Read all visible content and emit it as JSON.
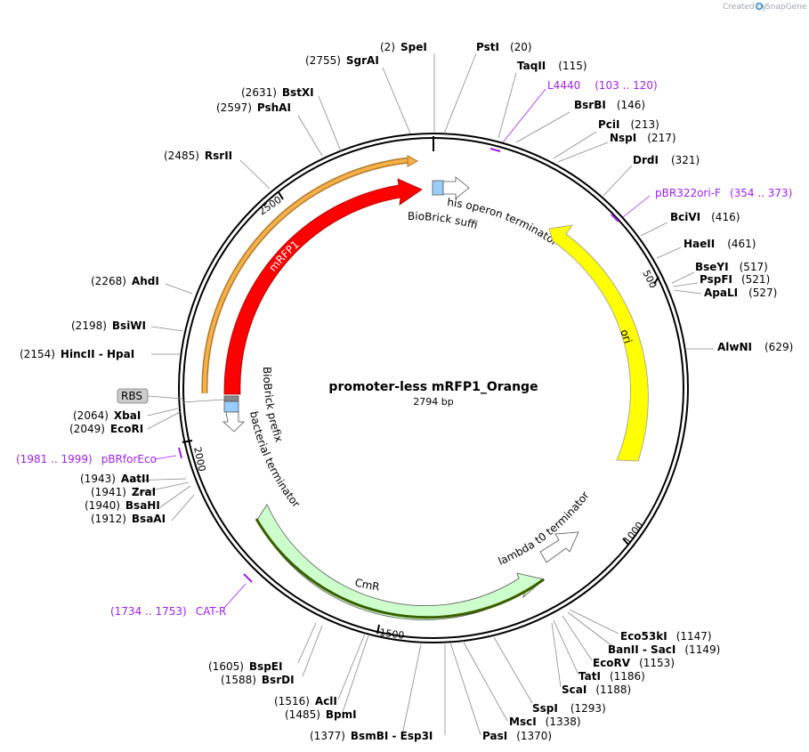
{
  "credit": {
    "created_by": "Created by",
    "brand": "SnapGene"
  },
  "map": {
    "name": "promoter-less mRFP1_Orange",
    "length_label": "2794 bp"
  },
  "ticks": [
    "500",
    "1000",
    "1500",
    "2000",
    "2500"
  ],
  "sites": [
    {
      "name": "SpeI",
      "pos": "(2)"
    },
    {
      "name": "PstI",
      "pos": "(20)"
    },
    {
      "name": "SgrAI",
      "pos": "(2755)"
    },
    {
      "name": "TaqII",
      "pos": "(115)"
    },
    {
      "name": "BsrBI",
      "pos": "(146)"
    },
    {
      "name": "BstXI",
      "pos": "(2631)"
    },
    {
      "name": "PshAI",
      "pos": "(2597)"
    },
    {
      "name": "PciI",
      "pos": "(213)"
    },
    {
      "name": "NspI",
      "pos": "(217)"
    },
    {
      "name": "RsrII",
      "pos": "(2485)"
    },
    {
      "name": "DrdI",
      "pos": "(321)"
    },
    {
      "name": "BciVI",
      "pos": "(416)"
    },
    {
      "name": "HaeII",
      "pos": "(461)"
    },
    {
      "name": "BseYI",
      "pos": "(517)"
    },
    {
      "name": "PspFI",
      "pos": "(521)"
    },
    {
      "name": "ApaLI",
      "pos": "(527)"
    },
    {
      "name": "AhdI",
      "pos": "(2268)"
    },
    {
      "name": "AlwNI",
      "pos": "(629)"
    },
    {
      "name": "BsiWI",
      "pos": "(2198)"
    },
    {
      "name": "HincII  -  HpaI",
      "pos": "(2154)"
    },
    {
      "name": "XbaI",
      "pos": "(2064)"
    },
    {
      "name": "EcoRI",
      "pos": "(2049)"
    },
    {
      "name": "AatII",
      "pos": "(1943)"
    },
    {
      "name": "ZraI",
      "pos": "(1941)"
    },
    {
      "name": "BsaHI",
      "pos": "(1940)"
    },
    {
      "name": "BsaAI",
      "pos": "(1912)"
    },
    {
      "name": "Eco53kI",
      "pos": "(1147)"
    },
    {
      "name": "BanII  -  SacI",
      "pos": "(1149)"
    },
    {
      "name": "EcoRV",
      "pos": "(1153)"
    },
    {
      "name": "TatI",
      "pos": "(1186)"
    },
    {
      "name": "ScaI",
      "pos": "(1188)"
    },
    {
      "name": "SspI",
      "pos": "(1293)"
    },
    {
      "name": "MscI",
      "pos": "(1338)"
    },
    {
      "name": "PasI",
      "pos": "(1370)"
    },
    {
      "name": "BspEI",
      "pos": "(1605)"
    },
    {
      "name": "BsrDI",
      "pos": "(1588)"
    },
    {
      "name": "AclI",
      "pos": "(1516)"
    },
    {
      "name": "BpmI",
      "pos": "(1485)"
    },
    {
      "name": "BsmBI  -  Esp3I",
      "pos": "(1377)"
    }
  ],
  "primers": [
    {
      "name": "L4440",
      "range": "(103 .. 120)"
    },
    {
      "name": "pBR322ori-F",
      "range": "(354 .. 373)"
    },
    {
      "name": "pBRforEco",
      "range": "(1981 .. 1999)"
    },
    {
      "name": "CAT-R",
      "range": "(1734 .. 1753)"
    }
  ],
  "features": {
    "mrfp1": "mRFP1",
    "ori": "ori",
    "cmr": "CmR",
    "his_term": "his operon terminator",
    "biobrick_suffix": "BioBrick suffix",
    "biobrick_prefix": "BioBrick prefix",
    "bact_term": "bacterial terminator",
    "lambda_term": "lambda t0 terminator",
    "rbs": "RBS"
  },
  "colors": {
    "mrfp1": "#ff0000",
    "ori": "#ffff00",
    "cmr": "#ccffcc",
    "orange_ring": "#f5b04a",
    "primer": "#a020f0",
    "suffix_blue": "#99ccff"
  }
}
